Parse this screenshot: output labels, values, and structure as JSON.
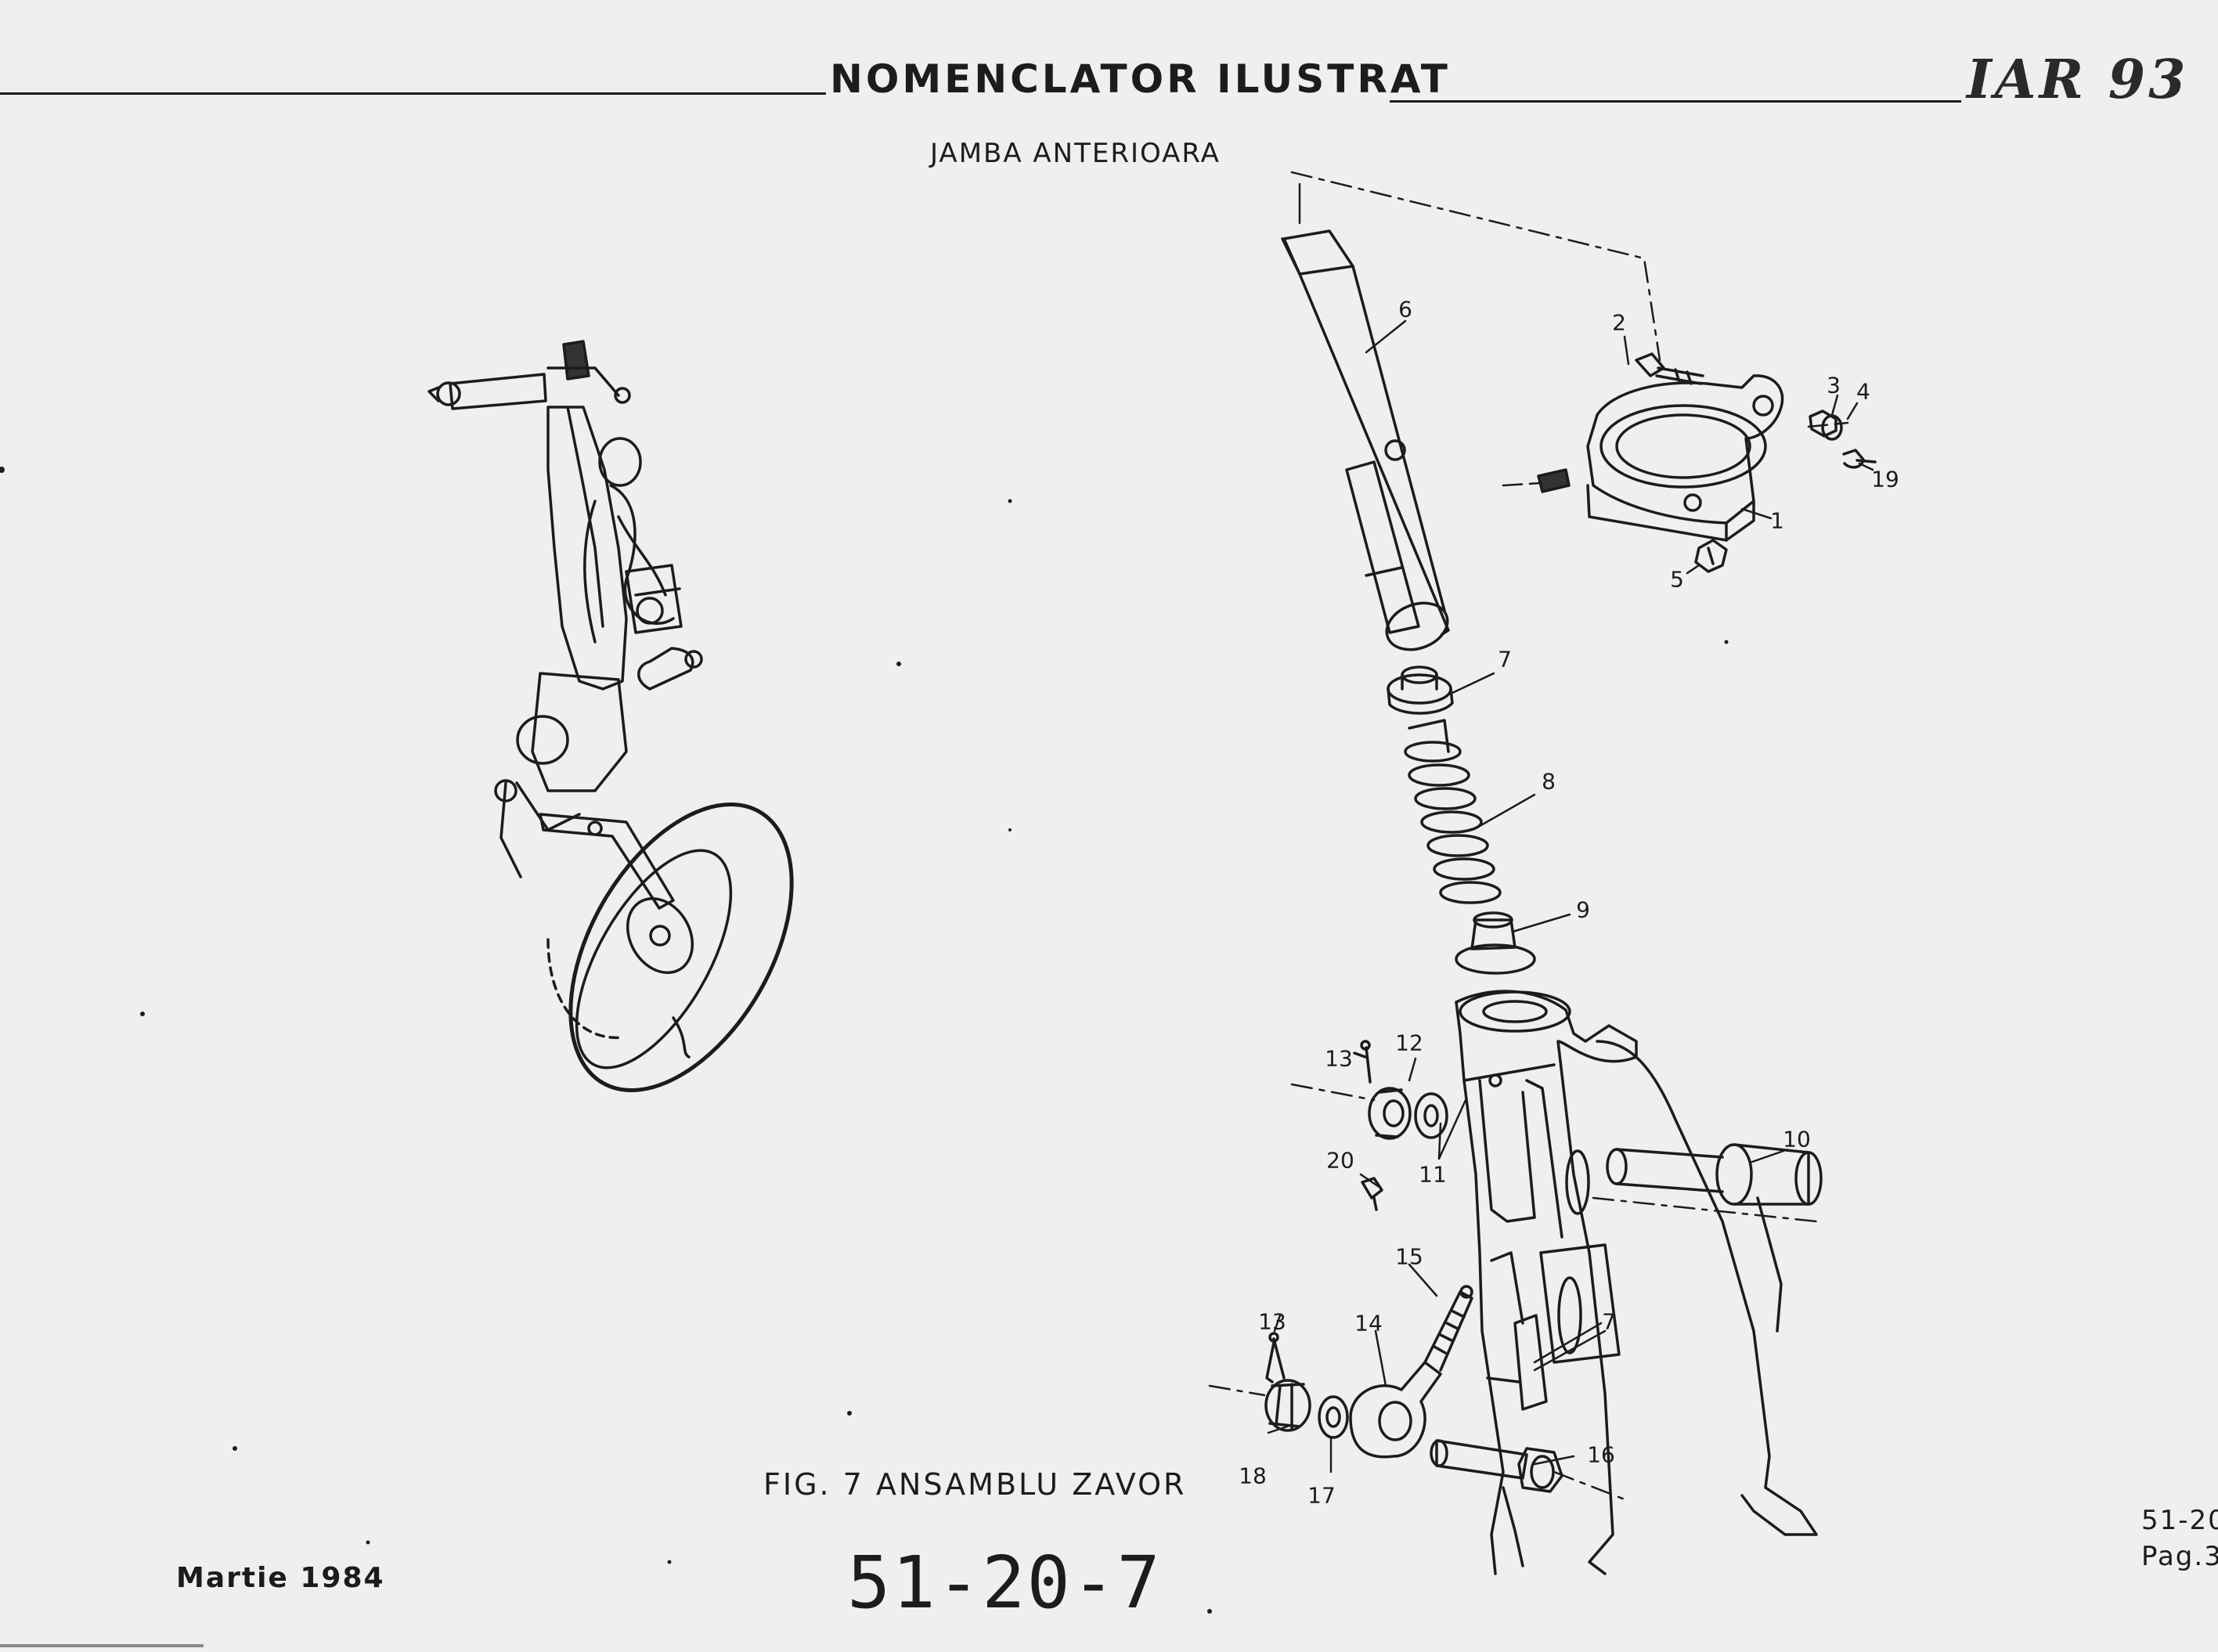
{
  "header": {
    "title": "NOMENCLATOR ILUSTRAT",
    "logo_text": "IAR 93"
  },
  "subtitle": "JAMBA ANTERIOARA",
  "figure": {
    "caption": "FIG. 7 ANSAMBLU ZAVOR",
    "number": "51-20-7"
  },
  "footer": {
    "date": "Martie 1984",
    "margin_ref": "51-20",
    "margin_page": "Pag.3"
  },
  "callouts": {
    "c1": "1",
    "c2": "2",
    "c3": "3",
    "c4": "4",
    "c5": "5",
    "c6": "6",
    "c7a": "7",
    "c7b": "7",
    "c8": "8",
    "c9": "9",
    "c10": "10",
    "c11": "11",
    "c12": "12",
    "c13a": "13",
    "c13b": "13",
    "c14": "14",
    "c15": "15",
    "c16": "16",
    "c17": "17",
    "c18": "18",
    "c19": "19",
    "c20": "20"
  },
  "icons": {
    "logo": "iar-logo-icon",
    "landing_gear": "landing-gear-illustration-icon",
    "exploded_view": "latch-assembly-exploded-view-icon"
  }
}
